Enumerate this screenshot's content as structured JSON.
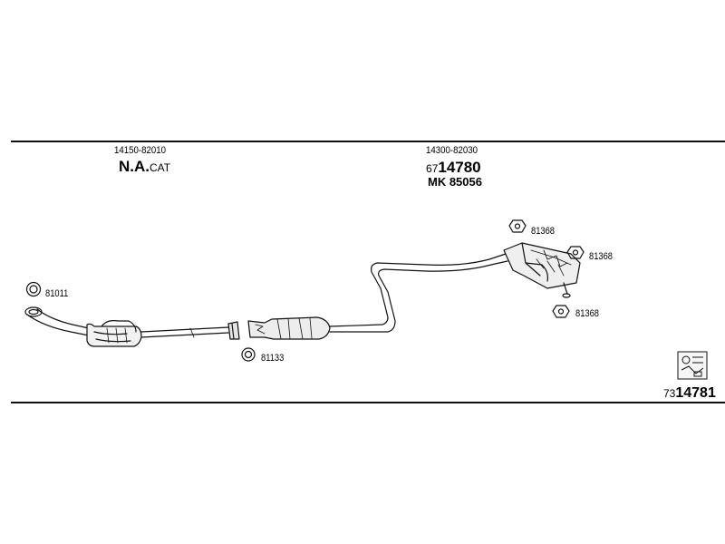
{
  "top_left": {
    "part_no": "14150-82010",
    "label_main": "N.A.",
    "label_suffix": "CAT"
  },
  "top_mid": {
    "part_no": "14300-82030",
    "code_prefix": "67",
    "code_main": "14780",
    "mk_label": "MK 85056"
  },
  "callouts": {
    "c81011": "81011",
    "c81133": "81133",
    "c81368_a": "81368",
    "c81368_b": "81368",
    "c81368_c": "81368"
  },
  "footer": {
    "ref_prefix": "73",
    "ref_main": "14781"
  }
}
